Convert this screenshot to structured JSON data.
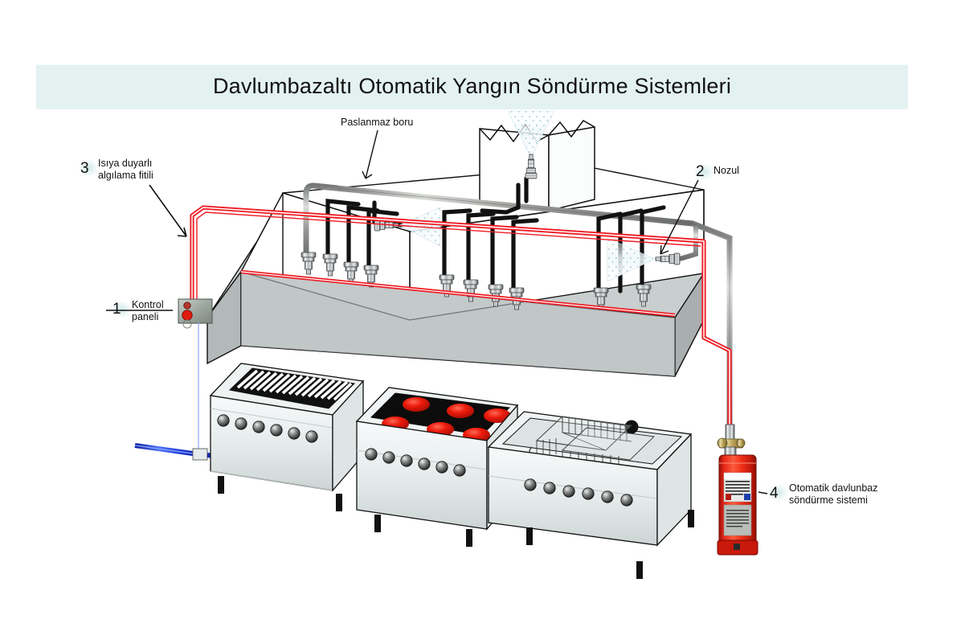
{
  "header": {
    "title": "Davlumbazaltı Otomatik Yangın Söndürme Sistemleri"
  },
  "callouts": [
    {
      "id": "1",
      "number": "1",
      "line1": "Kontrol",
      "line2": "paneli",
      "name": "control-panel"
    },
    {
      "id": "2",
      "number": "2",
      "line1": "Nozul",
      "line2": "",
      "name": "nozzle"
    },
    {
      "id": "3",
      "number": "3",
      "line1": "Isıya duyarlı",
      "line2": "algılama fitili",
      "name": "heat-detection-fuse"
    },
    {
      "id": "4",
      "number": "4",
      "line1": "Otomatik davlunbaz",
      "line2": "söndürme sistemi",
      "name": "automatic-hood-suppression-system"
    }
  ],
  "labels": {
    "pipe": "Paslanmaz boru"
  },
  "colors": {
    "header_bg": "#e3f2f0",
    "detection_line": "#ee1c24",
    "gas_line": "#1036d6",
    "cylinder": "#ee2b18",
    "hood_body": "#b9bdbd",
    "equipment_body": "#e9eeee",
    "burner_glow": "#e8140b",
    "stainless_pipe": "#9a9c99",
    "black_pipe": "#111111",
    "spray_mist": "#e8f4f8"
  },
  "scene": {
    "equipment": [
      {
        "name": "char-broiler-grill",
        "knobs": 6,
        "grate_bars": 17
      },
      {
        "name": "six-burner-range",
        "burners": 6,
        "knobs": 6
      },
      {
        "name": "deep-fryer",
        "baskets": 3,
        "knobs": 6
      }
    ],
    "nozzles": {
      "hood_downward": 10,
      "duct_upward": 1,
      "plenum_horizontal": 2
    },
    "duct": {
      "name": "exhaust-duct",
      "torn_top_edge": true
    }
  }
}
